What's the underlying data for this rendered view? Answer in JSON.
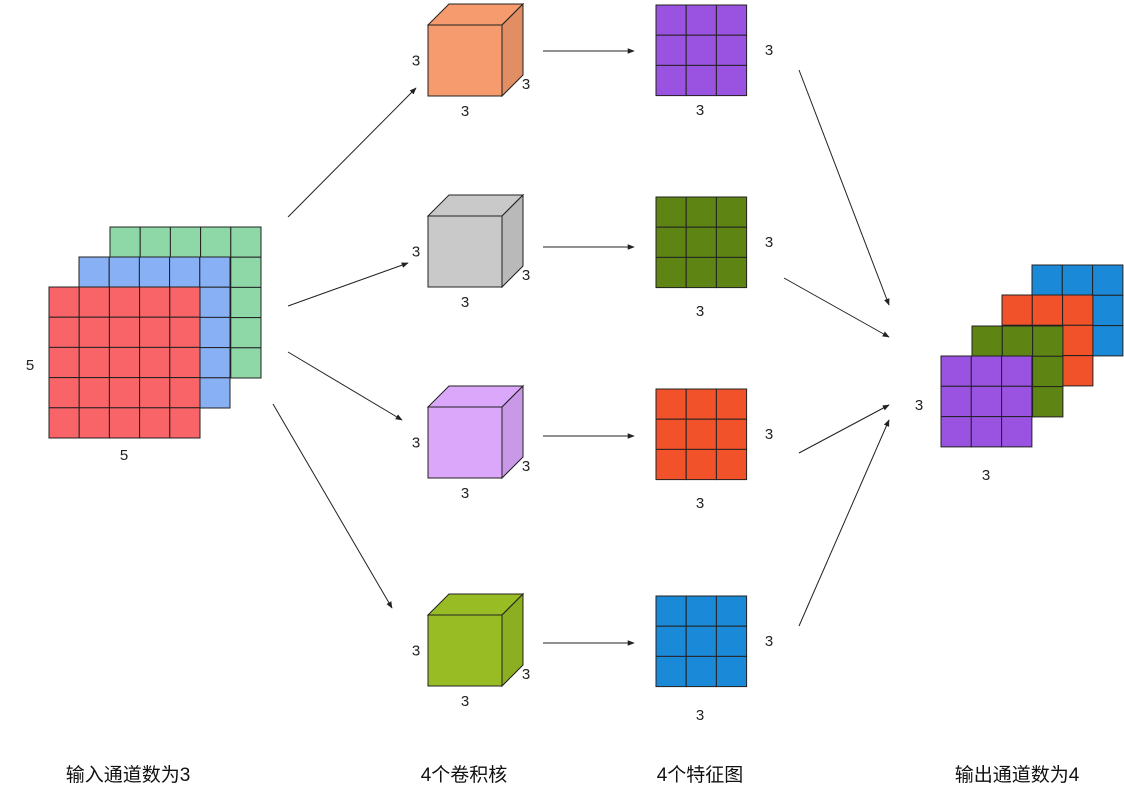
{
  "input": {
    "height_label": "5",
    "width_label": "5",
    "caption": "输入通道数为3",
    "grid_cells": 5,
    "channel_colors": [
      "#8ed8a8",
      "#88b0f4",
      "#f86468"
    ]
  },
  "kernels": {
    "caption": "4个卷积核",
    "items": [
      {
        "color": "#f59b6e",
        "height_label": "3",
        "width_label": "3",
        "depth_label": "3"
      },
      {
        "color": "#c9c9c9",
        "height_label": "3",
        "width_label": "3",
        "depth_label": "3"
      },
      {
        "color": "#dba7fb",
        "height_label": "3",
        "width_label": "3",
        "depth_label": "3"
      },
      {
        "color": "#98bd24",
        "height_label": "3",
        "width_label": "3",
        "depth_label": "3"
      }
    ]
  },
  "feature_maps": {
    "caption": "4个特征图",
    "grid_cells": 3,
    "items": [
      {
        "color": "#9953e0",
        "side_label": "3",
        "bottom_label": "3"
      },
      {
        "color": "#5e8414",
        "side_label": "3",
        "bottom_label": "3"
      },
      {
        "color": "#f2522a",
        "side_label": "3",
        "bottom_label": "3"
      },
      {
        "color": "#1a8ad8",
        "side_label": "3",
        "bottom_label": "3"
      }
    ]
  },
  "output": {
    "height_label": "3",
    "width_label": "3",
    "caption": "输出通道数为4",
    "grid_cells": 3,
    "channel_colors": [
      "#1a8ad8",
      "#f2522a",
      "#5e8414",
      "#9953e0"
    ]
  },
  "colors": {
    "line": "#222222",
    "grid_stroke": "#222222"
  }
}
